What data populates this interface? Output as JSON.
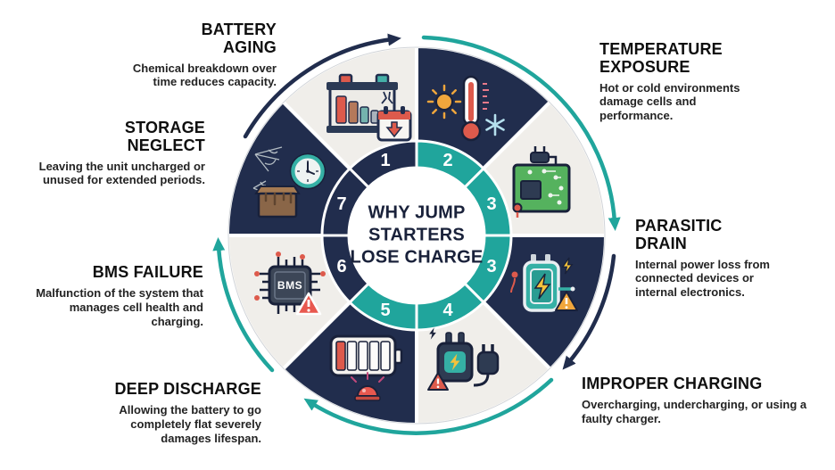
{
  "title": "WHY JUMP STARTERS LOSE CHARGE",
  "wheel": {
    "numbers": [
      "1",
      "2",
      "3",
      "3",
      "4",
      "5",
      "6",
      "7"
    ],
    "bms_chip_label": "BMS"
  },
  "colors": {
    "navy": "#212d4d",
    "teal": "#20a59c",
    "light_sector": "#f0eeea",
    "alert_red": "#dd5a4c",
    "bolt_yellow": "#f5c23c",
    "warning_orange": "#f0a63c"
  },
  "labels": [
    {
      "id": "battery-aging",
      "title": "BATTERY AGING",
      "description": "Chemical breakdown over time reduces capacity."
    },
    {
      "id": "temperature-exposure",
      "title": "TEMPERATURE EXPOSURE",
      "description": "Hot or cold environments damage cells and performance."
    },
    {
      "id": "parasitic-drain",
      "title": "PARASITIC DRAIN",
      "description": "Internal power loss from connected devices or internal electronics."
    },
    {
      "id": "improper-charging",
      "title": "IMPROPER CHARGING",
      "description": "Overcharging, undercharging, or using a faulty charger."
    },
    {
      "id": "deep-discharge",
      "title": "DEEP DISCHARGE",
      "description": "Allowing the battery to go completely flat severely damages lifespan."
    },
    {
      "id": "bms-failure",
      "title": "BMS FAILURE",
      "description": "Malfunction of the system that manages cell health and charging."
    },
    {
      "id": "storage-neglect",
      "title": "STORAGE NEGLECT",
      "description": "Leaving the unit uncharged or unused for extended periods."
    }
  ]
}
